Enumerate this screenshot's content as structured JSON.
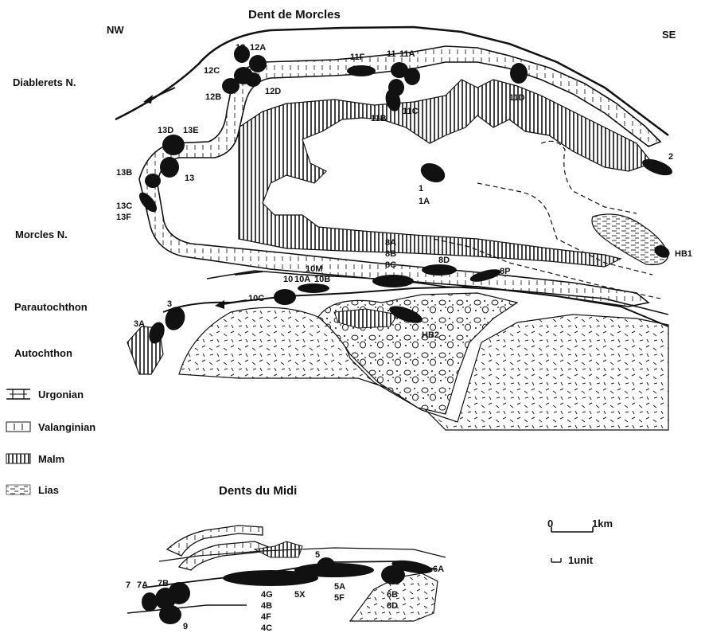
{
  "title_top": "Dent de Morcles",
  "title_bottom": "Dents du Midi",
  "directions": {
    "left": "NW",
    "right": "SE"
  },
  "units": {
    "diablerets": "Diablerets N.",
    "morcles": "Morcles N.",
    "parautochthon": "Parautochthon",
    "autochthon": "Autochthon"
  },
  "legend": [
    {
      "label": "Urgonian",
      "pattern": "urgonian"
    },
    {
      "label": "Valanginian",
      "pattern": "valanginian"
    },
    {
      "label": "Malm",
      "pattern": "malm"
    },
    {
      "label": "Lias",
      "pattern": "lias"
    }
  ],
  "scale": {
    "zero": "0",
    "distance": "1km",
    "unit": "1unit"
  },
  "samples_top": [
    "12",
    "12A",
    "12C",
    "12B",
    "12D",
    "11F",
    "11",
    "11A",
    "11B",
    "11C",
    "11D",
    "13D",
    "13E",
    "13",
    "13B",
    "13C",
    "13F",
    "1",
    "1A",
    "2",
    "8A",
    "8B",
    "8C",
    "8D",
    "8P",
    "HB1",
    "10M",
    "10",
    "10A",
    "10B",
    "10C",
    "3",
    "3A",
    "HB2"
  ],
  "samples_bottom": [
    "7",
    "7A",
    "7B",
    "9",
    "4G",
    "4B",
    "4F",
    "4C",
    "5X",
    "5",
    "5A",
    "5F",
    "6A",
    "6B",
    "6D"
  ]
}
